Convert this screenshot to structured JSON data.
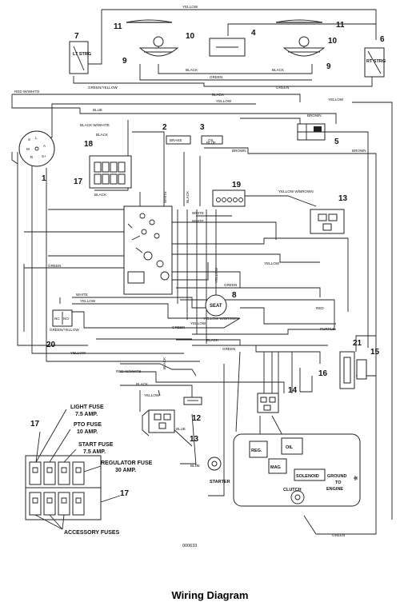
{
  "caption": "Wiring Diagram",
  "part_code": "000633",
  "callouts": [
    "1",
    "2",
    "3",
    "4",
    "5",
    "6",
    "7",
    "8",
    "9",
    "9",
    "10",
    "10",
    "11",
    "11",
    "12",
    "13",
    "13",
    "14",
    "15",
    "16",
    "17",
    "17",
    "17",
    "18",
    "19",
    "20",
    "21"
  ],
  "components": {
    "lt_strg": "LT STRG",
    "rt_strg": "RT STRG",
    "brake": "BRAKE",
    "oil_small": "OIL",
    "seat": "SEAT",
    "nc": "NC",
    "no": "NO",
    "reg": "REG.",
    "oil": "OIL",
    "mag": "MAG",
    "solenoid": "SOLENOID",
    "clutch": "CLUTCH",
    "ground_to_engine": [
      "GROUND",
      "TO",
      "ENGINE"
    ],
    "starter": "STARTER",
    "ign_terminals": [
      "S",
      "L",
      "M",
      "A",
      "B",
      "S+"
    ]
  },
  "wire_labels": {
    "yellow": "YELLOW",
    "black": "BLACK",
    "green": "GREEN",
    "blue": "BLUE",
    "brown": "BROWN",
    "purple": "PURPLE",
    "red": "RED",
    "white": "WHITE",
    "red_white": "RED W/WHITE",
    "green_yellow": "GREEN/YELLOW",
    "black_white": "BLACK W/WHITE",
    "yellow_brown": "YELLOW W/BROWN"
  },
  "fuses": {
    "light": [
      "LIGHT FUSE",
      "7.5 AMP."
    ],
    "pto": [
      "PTO FUSE",
      "10 AMP."
    ],
    "start": [
      "START FUSE",
      "7.5 AMP."
    ],
    "regulator": [
      "REGULATOR FUSE",
      "30 AMP."
    ],
    "accessory": "ACCESSORY FUSES"
  }
}
